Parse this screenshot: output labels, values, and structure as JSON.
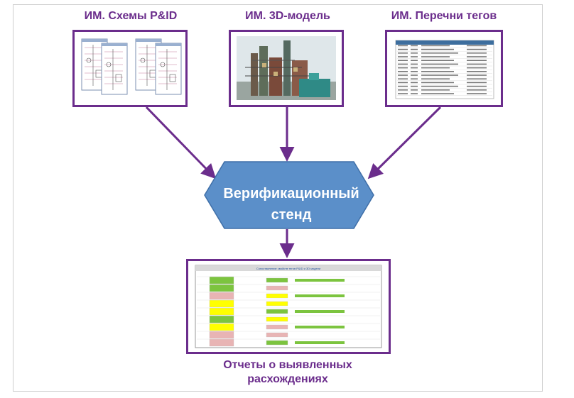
{
  "sources": {
    "pid_label": "ИМ. Схемы P&ID",
    "model_label": "ИМ. 3D-модель",
    "tags_label": "ИМ. Перечни тегов"
  },
  "center": {
    "line1": "Верификационный",
    "line2": "стенд"
  },
  "output": {
    "line1": "Отчеты о выявленных",
    "line2": "расхождениях",
    "report_title": "Сопоставление свойств тегов P&ID и 3D модели"
  },
  "colors": {
    "accent": "#6b2d8c",
    "hexagon": "#5b8fc9",
    "highlight_green": "#7cc43f",
    "highlight_yellow": "#ffff00",
    "highlight_pink": "#e8b4b4"
  }
}
